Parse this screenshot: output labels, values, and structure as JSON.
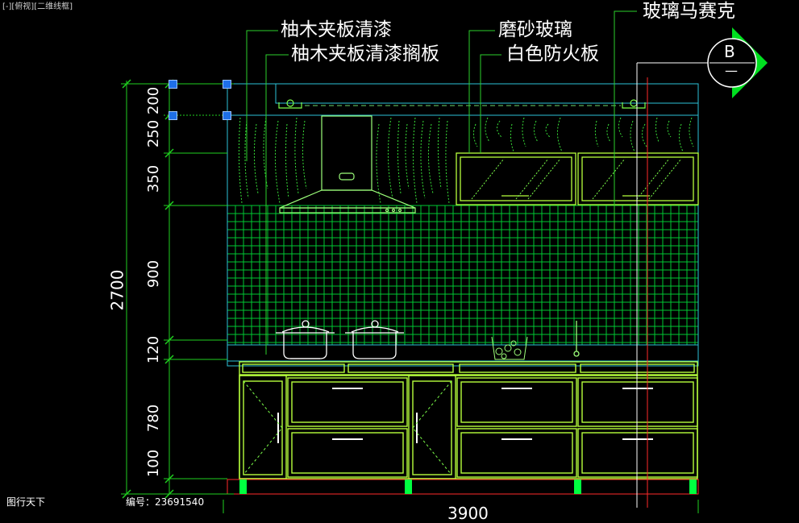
{
  "viewport_label": "[-][俯视][二维线框]",
  "labels": {
    "teak_varnish": "柚木夹板清漆",
    "teak_shelf": "柚木夹板清漆搁板",
    "frosted_glass": "磨砂玻璃",
    "white_fireboard": "白色防火板",
    "glass_mosaic": "玻璃马赛克"
  },
  "section_marker": {
    "letter": "B",
    "sub": "—"
  },
  "dimensions": {
    "total_height": "2700",
    "segments": [
      "200",
      "250",
      "350",
      "900",
      "120",
      "780",
      "100"
    ],
    "bottom_width": "3900"
  },
  "footer": {
    "source": "图行天下",
    "id_label": "编号：",
    "id_value": "23691540"
  },
  "colors": {
    "background": "#000000",
    "outline": "#00ff40",
    "cabinet": "#b7ff3c",
    "frame": "#2bc2d8",
    "leader": "#a0a0a0",
    "grip": "#1e6fe8",
    "section_line": "#ff2a2a"
  }
}
